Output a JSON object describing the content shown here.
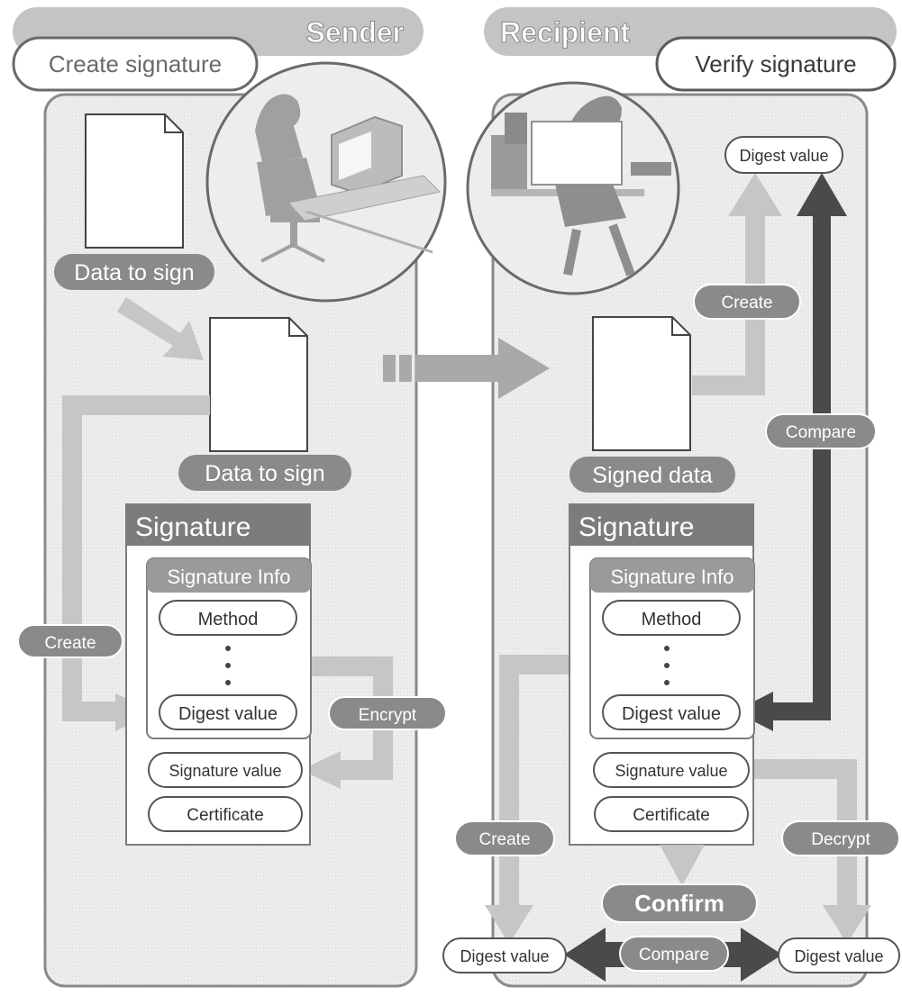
{
  "sender": {
    "title": "Sender",
    "subtitle": "Create signature",
    "data_to_sign_top": "Data to sign",
    "data_to_sign_doc": "Data to sign",
    "create_label": "Create",
    "encrypt_label": "Encrypt",
    "signature": {
      "title": "Signature",
      "info_title": "Signature Info",
      "method": "Method",
      "ellipsis": "⋮",
      "digest_value": "Digest value",
      "signature_value": "Signature value",
      "certificate": "Certificate"
    }
  },
  "recipient": {
    "title": "Recipient",
    "subtitle": "Verify signature",
    "digest_value_top": "Digest value",
    "create_top_label": "Create",
    "compare_right_label": "Compare",
    "signed_data": "Signed data",
    "signature": {
      "title": "Signature",
      "info_title": "Signature Info",
      "method": "Method",
      "ellipsis": "⋮",
      "digest_value": "Digest value",
      "signature_value": "Signature value",
      "certificate": "Certificate"
    },
    "create_bottom_label": "Create",
    "decrypt_label": "Decrypt",
    "confirm_label": "Confirm",
    "digest_value_left": "Digest value",
    "compare_bottom_label": "Compare",
    "digest_value_right": "Digest value"
  },
  "colors": {
    "panel_fill": "#e9e9e9",
    "pill_dark": "#8a8a8a",
    "arrow_light": "#c6c6c6",
    "arrow_dark": "#4a4a4a",
    "signature_header": "#7c7c7c"
  },
  "icons": [
    "document-icon",
    "person-at-computer-icon",
    "transfer-arrow-icon"
  ]
}
